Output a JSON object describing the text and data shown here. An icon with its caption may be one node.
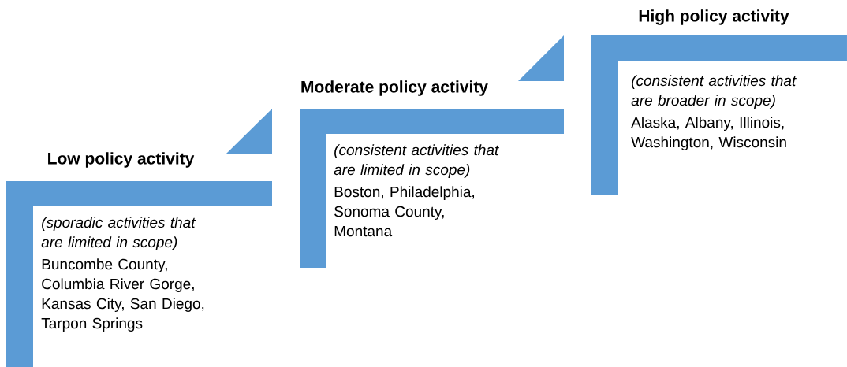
{
  "diagram": {
    "nodes": [
      {
        "text": [
          "Low policy activity",
          "(sporadic activities that are limited in scope)",
          "Buncombe County, Columbia River Gorge, Kansas City, San Diego, Tarpon Springs"
        ]
      },
      {
        "text": [
          "Moderate policy activity",
          "(consistent activities that are limited in scope)",
          "Boston, Philadelphia, Sonoma County, Montana"
        ]
      },
      {
        "text": [
          "High policy activity",
          "(consistent activities that are broader in scope)",
          "Alaska, Albany, Illinois, Washington, Wisconsin"
        ]
      }
    ]
  }
}
